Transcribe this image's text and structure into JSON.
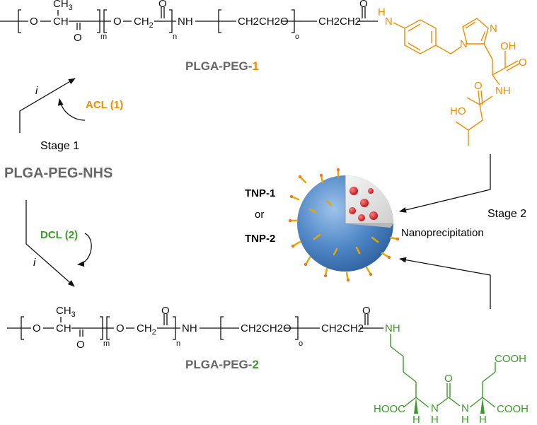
{
  "polymer_top": {
    "ch3": "CH",
    "ch3_sub": "3",
    "o1": "O",
    "ch1": "CH",
    "carbonyl_o1": "O",
    "m": "m",
    "o2": "O",
    "ch2": "CH",
    "ch2_sub": "2",
    "carbonyl_o2": "O",
    "n": "n",
    "nh": "NH",
    "peg": "CH2CH2O",
    "o_sub": "o",
    "linker": "CH2CH2",
    "carbonyl_o3": "O",
    "amide_h": "H",
    "amide_n": "N",
    "label_prefix": "PLGA-PEG-",
    "label_num": "1"
  },
  "acl_ligand": {
    "n_ring1": "N",
    "n_ring2": "N",
    "oh1": "OH",
    "o1": "O",
    "nh": "NH",
    "ho": "HO",
    "o2": "O"
  },
  "stage1": {
    "reagent_i_top": "i",
    "acl_name": "ACL",
    "acl_paren_open": "(",
    "acl_num": "1",
    "acl_paren_close": ")",
    "stage_label": "Stage 1",
    "start_material": "PLGA-PEG-NHS",
    "dcl_name": "DCL",
    "dcl_paren_open": "(",
    "dcl_num": "2",
    "dcl_paren_close": ")",
    "reagent_i_bottom": "i"
  },
  "stage2": {
    "tnp1": "TNP-1",
    "or": "or",
    "tnp2": "TNP-2",
    "stage_label": "Stage 2",
    "process": "Nanoprecipitation"
  },
  "polymer_bottom": {
    "ch3": "CH",
    "ch3_sub": "3",
    "o1": "O",
    "ch1": "CH",
    "carbonyl_o1": "O",
    "m": "m",
    "o2": "O",
    "ch2": "CH",
    "ch2_sub": "2",
    "carbonyl_o2": "O",
    "n": "n",
    "nh": "NH",
    "peg": "CH2CH2O",
    "o_sub": "o",
    "linker": "CH2CH2",
    "carbonyl_o3": "O",
    "amide_nh": "NH",
    "label_prefix": "PLGA-PEG-",
    "label_num": "2"
  },
  "dcl_ligand": {
    "cooh_top": "COOH",
    "hooc": "HOOC",
    "nh1_n": "N",
    "nh1_h": "H",
    "urea_o": "O",
    "nh2_n": "N",
    "nh2_h": "H",
    "cooh_bottom": "COOH",
    "h_left": "H",
    "h_right": "H"
  },
  "colors": {
    "acl": "#f08c00",
    "dcl": "#3c9a2a",
    "label_gray": "#666666",
    "particle": "#4f86c6"
  }
}
